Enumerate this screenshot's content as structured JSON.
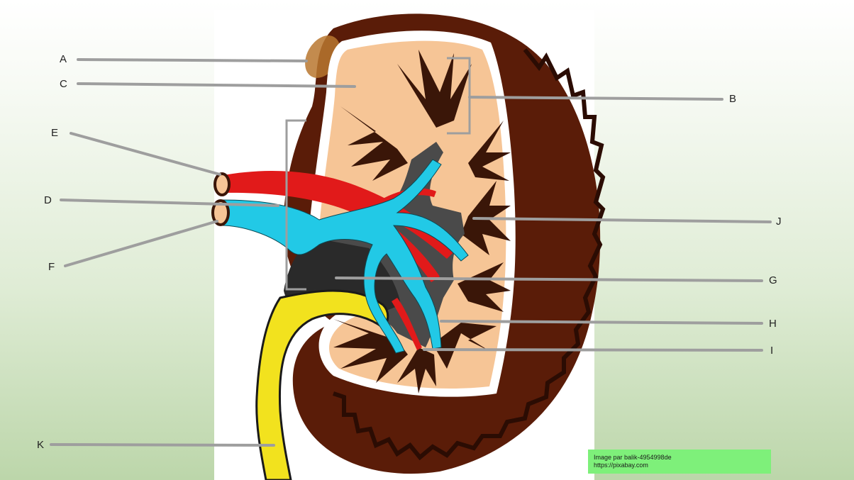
{
  "labels": {
    "a": "A",
    "b": "B",
    "c": "C",
    "d": "D",
    "e": "E",
    "f": "F",
    "g": "G",
    "h": "H",
    "i": "I",
    "j": "J",
    "k": "K"
  },
  "credit": {
    "line1": "Image par balik-4954998de",
    "line2": "https://pixabay.com"
  },
  "colors": {
    "capsule": "#5a1c08",
    "cortex": "#f6c596",
    "pyramid": "#3a1608",
    "pelvis": "#4a4a4a",
    "artery": "#e11a1a",
    "vein": "#22c9e6",
    "ureter": "#f2e21e",
    "leader": "#9e9e9e"
  }
}
